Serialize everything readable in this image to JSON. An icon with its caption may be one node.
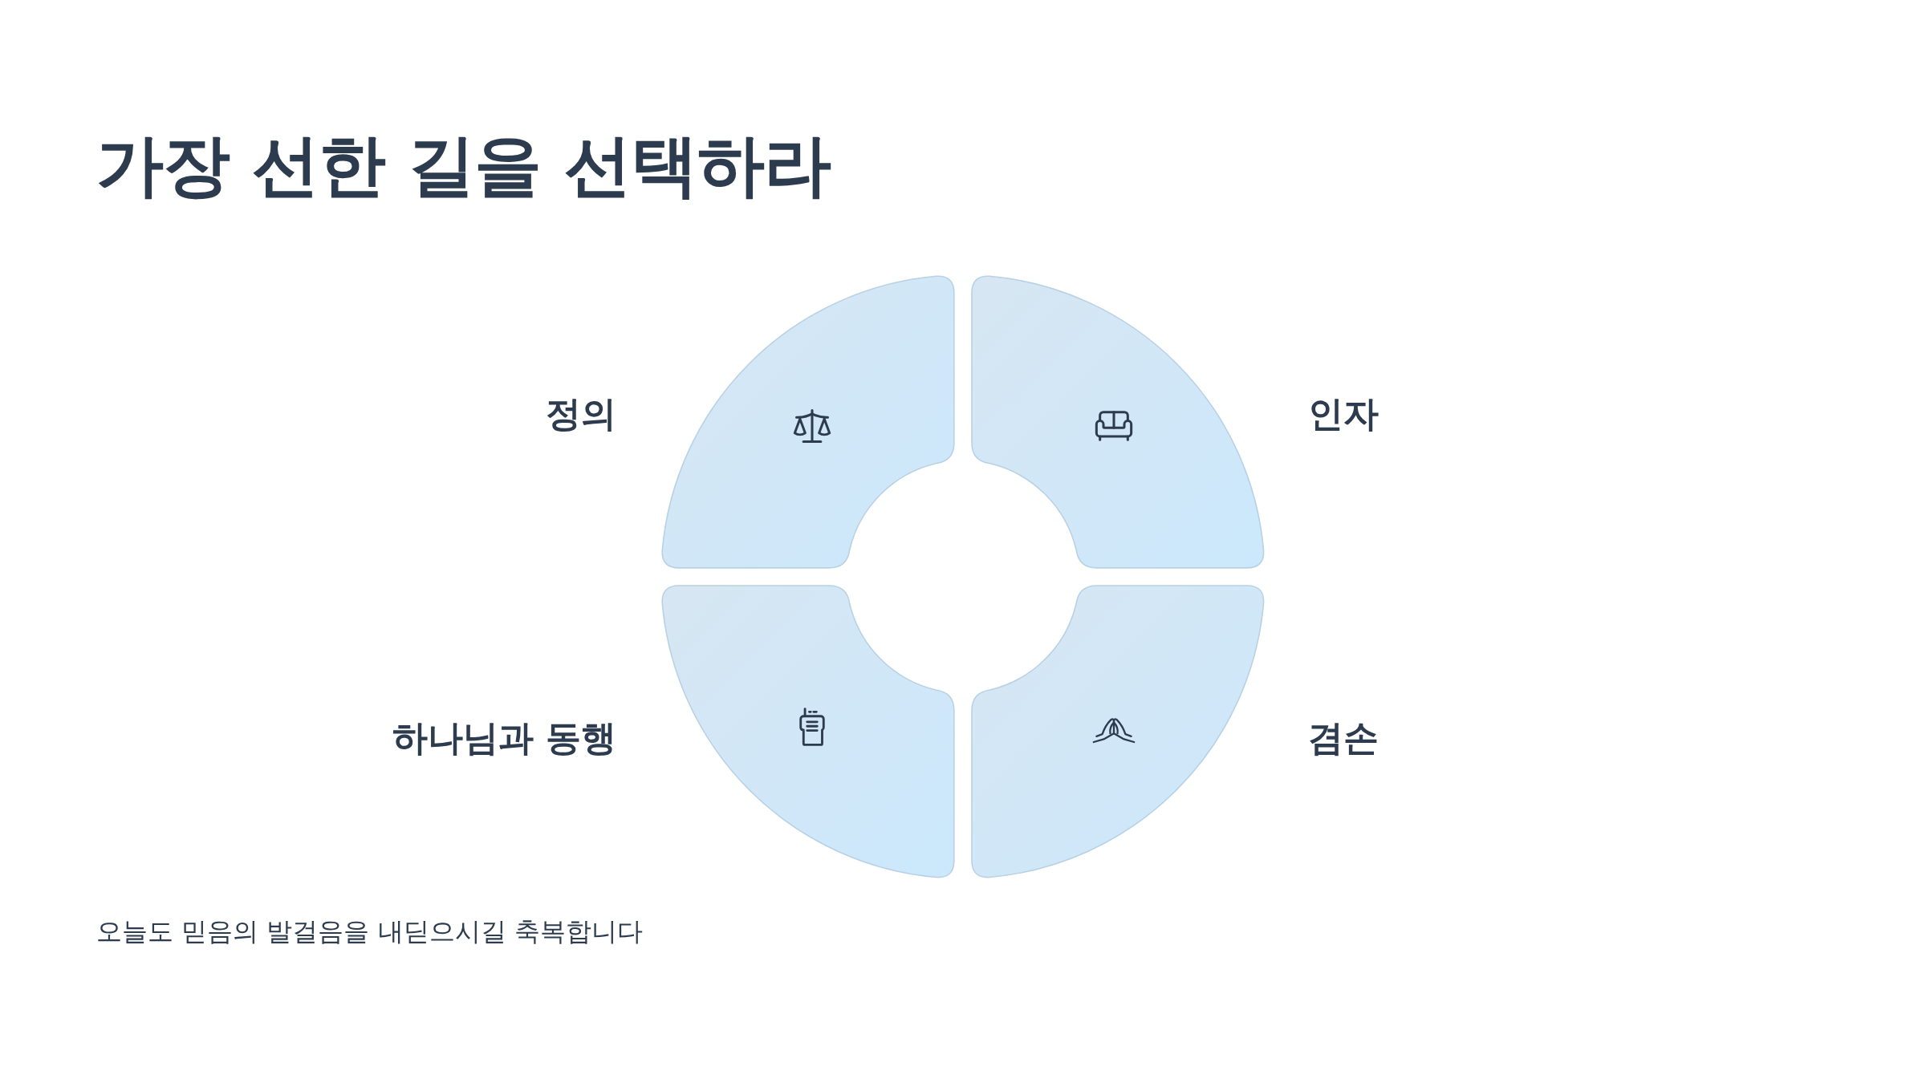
{
  "diagram": {
    "title": "가장 선한 길을 선택하라",
    "nodes": [
      {
        "text": [
          "정의"
        ]
      },
      {
        "text": [
          "인자"
        ]
      },
      {
        "text": [
          "하나님과 동행"
        ]
      },
      {
        "text": [
          "겸손"
        ]
      }
    ],
    "caption": "오늘도 믿음의 발걸음을 내딛으시길 축복합니다"
  }
}
